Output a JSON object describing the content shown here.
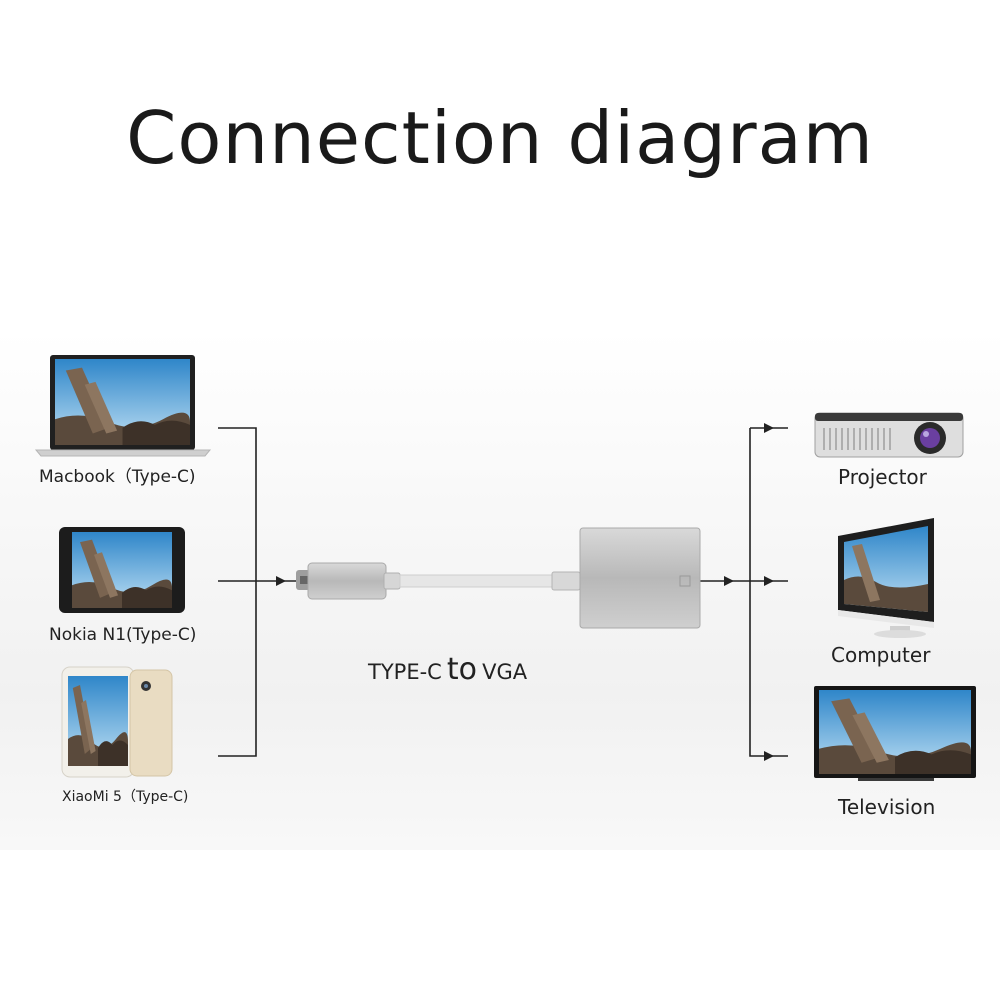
{
  "title": "Connection diagram",
  "sources": [
    {
      "label": "Macbook（Type-C)",
      "icon": "laptop-icon"
    },
    {
      "label": "Nokia N1(Type-C)",
      "icon": "tablet-icon"
    },
    {
      "label": "XiaoMi 5（Type-C)",
      "icon": "phone-icon"
    }
  ],
  "adapter": {
    "part1": "TYPE-C",
    "part2": "to",
    "part3": "VGA",
    "icon": "type-c-to-vga-adapter-icon"
  },
  "targets": [
    {
      "label": "Projector",
      "icon": "projector-icon"
    },
    {
      "label": "Computer",
      "icon": "monitor-icon"
    },
    {
      "label": "Television",
      "icon": "television-icon"
    }
  ],
  "colors": {
    "line": "#222222",
    "aluminum": "#bdbdbd",
    "screen_sky": "#4a9fd8",
    "rock": "#6b5a4a"
  }
}
